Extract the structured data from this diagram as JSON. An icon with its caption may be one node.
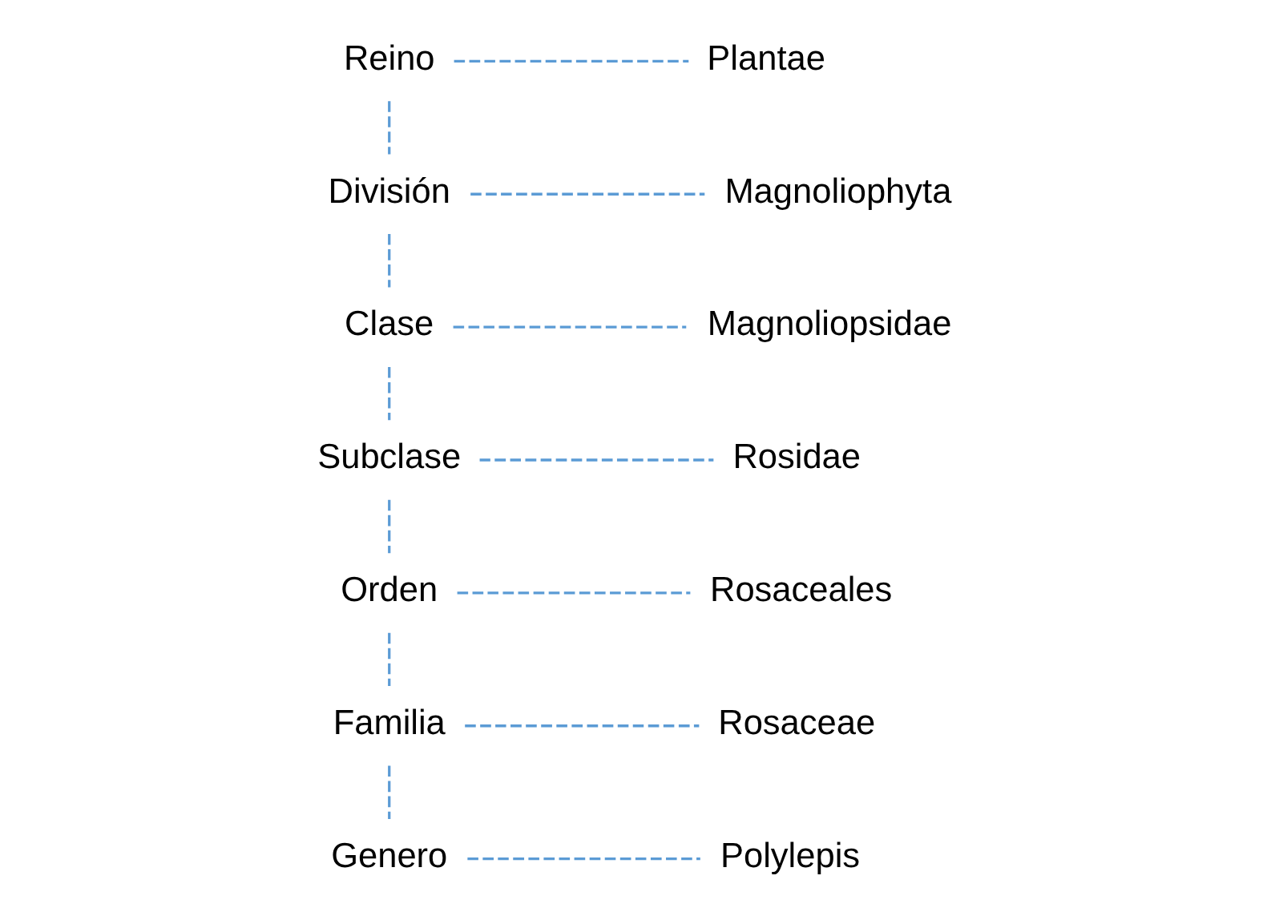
{
  "diagram": {
    "nodes": [
      {
        "text": [
          "Reino"
        ]
      },
      {
        "text": [
          "Plantae"
        ]
      },
      {
        "text": [
          "División"
        ]
      },
      {
        "text": [
          "Magnoliophyta"
        ]
      },
      {
        "text": [
          "Clase"
        ]
      },
      {
        "text": [
          "Magnoliopsidae"
        ]
      },
      {
        "text": [
          "Subclase"
        ]
      },
      {
        "text": [
          "Rosidae"
        ]
      },
      {
        "text": [
          "Orden"
        ]
      },
      {
        "text": [
          "Rosaceales"
        ]
      },
      {
        "text": [
          "Familia"
        ]
      },
      {
        "text": [
          "Rosaceae"
        ]
      },
      {
        "text": [
          "Genero"
        ]
      },
      {
        "text": [
          "Polylepis"
        ]
      }
    ],
    "edges": [
      {
        "from": 0,
        "to": 1,
        "arrow": "none",
        "style": "dashed"
      },
      {
        "from": 0,
        "to": 2,
        "arrow": "none",
        "style": "dashed"
      },
      {
        "from": 2,
        "to": 3,
        "arrow": "none",
        "style": "dashed"
      },
      {
        "from": 2,
        "to": 4,
        "arrow": "none",
        "style": "dashed"
      },
      {
        "from": 4,
        "to": 5,
        "arrow": "none",
        "style": "dashed"
      },
      {
        "from": 4,
        "to": 6,
        "arrow": "none",
        "style": "dashed"
      },
      {
        "from": 6,
        "to": 7,
        "arrow": "none",
        "style": "dashed"
      },
      {
        "from": 6,
        "to": 8,
        "arrow": "none",
        "style": "dashed"
      },
      {
        "from": 8,
        "to": 9,
        "arrow": "none",
        "style": "dashed"
      },
      {
        "from": 8,
        "to": 10,
        "arrow": "none",
        "style": "dashed"
      },
      {
        "from": 10,
        "to": 11,
        "arrow": "none",
        "style": "dashed"
      },
      {
        "from": 10,
        "to": 12,
        "arrow": "none",
        "style": "dashed"
      },
      {
        "from": 12,
        "to": 13,
        "arrow": "none",
        "style": "dashed"
      }
    ]
  }
}
